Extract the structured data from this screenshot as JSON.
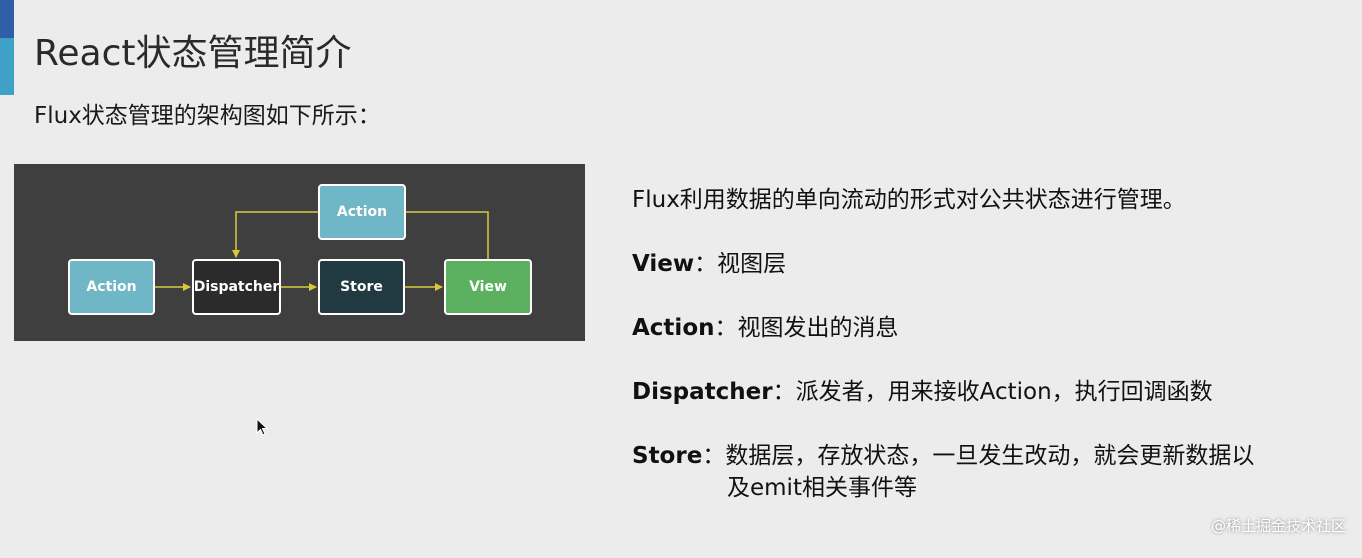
{
  "slide": {
    "title": "React状态管理简介",
    "subtitle": "Flux状态管理的架构图如下所示："
  },
  "diagram": {
    "nodes": {
      "action_left": "Action",
      "dispatcher": "Dispatcher",
      "store": "Store",
      "view": "View",
      "action_top": "Action"
    },
    "colors": {
      "background": "#3f3f40",
      "action": "#6fb6c6",
      "dispatcher": "#2b2b2b",
      "store": "#213a42",
      "view": "#5cb160",
      "arrow": "#d9c93a"
    }
  },
  "content": {
    "intro": "Flux利用数据的单向流动的形式对公共状态进行管理。",
    "view": {
      "term": "View",
      "desc": "：视图层"
    },
    "action": {
      "term": "Action",
      "desc": "：视图发出的消息"
    },
    "dispatcher": {
      "term": "Dispatcher",
      "desc": "：派发者，用来接收Action，执行回调函数"
    },
    "store": {
      "term": "Store",
      "desc": "：数据层，存放状态，一旦发生改动，就会更新数据以",
      "desc_cont": "及emit相关事件等"
    }
  },
  "credit": "@稀土掘金技术社区"
}
